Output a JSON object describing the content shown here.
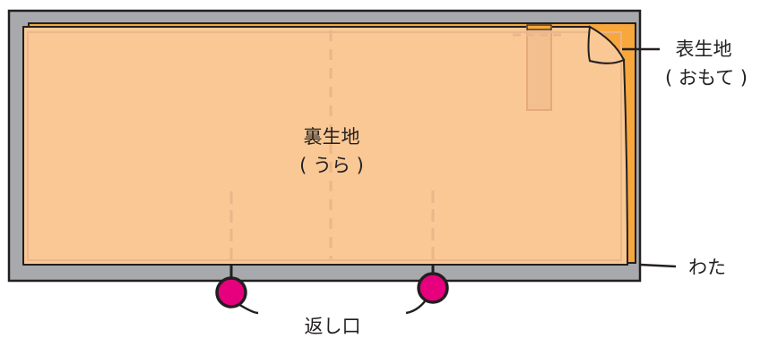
{
  "labels": {
    "inner_fabric": "裏生地",
    "inner_fabric_reading": "( うら )",
    "outer_fabric": "表生地",
    "outer_fabric_reading": "( おもて )",
    "batting": "わた",
    "turning_opening": "返し口"
  },
  "colors": {
    "batting": "#a7a9ac",
    "outer_fabric": "#f7a73b",
    "inner_fabric": "#f9c895",
    "seam_guide": "#ecb58a",
    "opening_marker": "#e6007e",
    "outline": "#231f20"
  }
}
